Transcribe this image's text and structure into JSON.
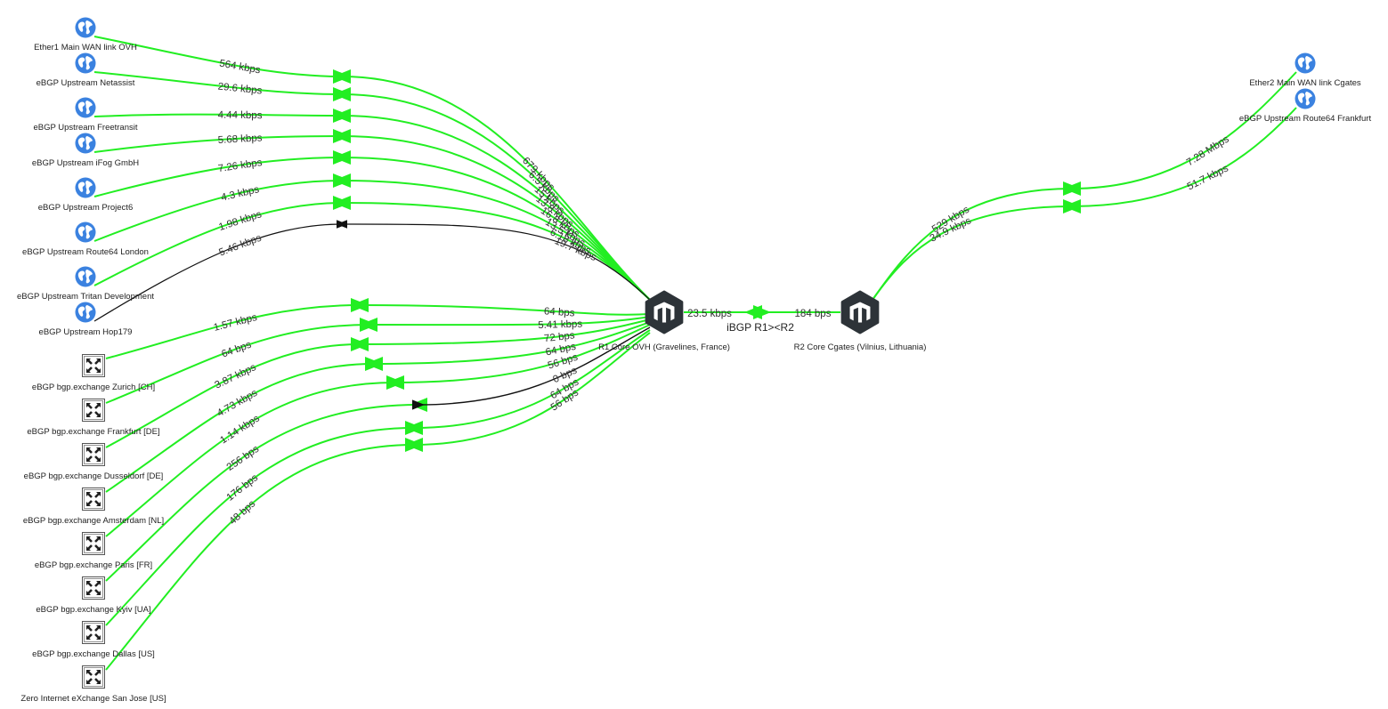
{
  "colors": {
    "active_link": "#22ee22",
    "idle_link": "#111111",
    "router": "#2d3338",
    "globe": "#3b82e0"
  },
  "routers": {
    "r1": {
      "label": "R1 Core OVH (Gravelines, France)",
      "icon": "mikrotik-router-icon"
    },
    "r2": {
      "label": "R2 Core Cgates (Vilnius, Lithuania)",
      "icon": "mikrotik-router-icon"
    }
  },
  "ibgp": {
    "label": "iBGP R1><R2",
    "r1_out": "23.5 kbps",
    "r2_out": "184 bps"
  },
  "upstreams_left": [
    {
      "label": "Ether1 Main WAN link OVH",
      "in": "564 kbps",
      "out": "679 kbps",
      "status": "active"
    },
    {
      "label": "eBGP Upstream Netassist",
      "in": "29.6 kbps",
      "out": "6.5 kbps",
      "status": "active"
    },
    {
      "label": "eBGP Upstream Freetransit",
      "in": "4.44 kbps",
      "out": "15 kbps",
      "status": "active"
    },
    {
      "label": "eBGP Upstream iFog GmbH",
      "in": "5.68 kbps",
      "out": "13.8 kbps",
      "status": "active"
    },
    {
      "label": "eBGP Upstream Project6",
      "in": "7.26 kbps",
      "out": "16.8 kbps",
      "status": "active"
    },
    {
      "label": "eBGP Upstream Route64 London",
      "in": "4.3 kbps",
      "out": "13.5 kbps",
      "status": "active"
    },
    {
      "label": "eBGP Upstream Tritan Development",
      "in": "1.98 kbps",
      "out": "6.18 kbps",
      "status": "active"
    },
    {
      "label": "eBGP Upstream Hop179",
      "in": "5.46 kbps",
      "out": "19.7 kbps",
      "status": "idle"
    }
  ],
  "exchanges": [
    {
      "label": "eBGP bgp.exchange Zurich [CH]",
      "in": "1.57 kbps",
      "out": "64 bps",
      "status": "active"
    },
    {
      "label": "eBGP bgp.exchange Frankfurt [DE]",
      "in": "64 bps",
      "out": "5.41 kbps",
      "status": "active"
    },
    {
      "label": "eBGP bgp.exchange Dusseldorf [DE]",
      "in": "3.87 kbps",
      "out": "72 bps",
      "status": "active"
    },
    {
      "label": "eBGP bgp.exchange Amsterdam [NL]",
      "in": "4.73 kbps",
      "out": "64 bps",
      "status": "active"
    },
    {
      "label": "eBGP bgp.exchange Paris [FR]",
      "in": "1.14 kbps",
      "out": "56 bps",
      "status": "active"
    },
    {
      "label": "eBGP bgp.exchange Kyiv [UA]",
      "in": "256 bps",
      "out": "0 bps",
      "status": "idle"
    },
    {
      "label": "eBGP bgp.exchange Dallas [US]",
      "in": "176 bps",
      "out": "64 bps",
      "status": "active"
    },
    {
      "label": "Zero Internet eXchange San Jose [US]",
      "in": "48 bps",
      "out": "56 bps",
      "status": "active"
    }
  ],
  "upstreams_right": [
    {
      "label": "Ether2 Main WAN link Cgates",
      "in": "7.28 Mbps",
      "out": "529 kbps",
      "status": "active"
    },
    {
      "label": "eBGP Upstream Route64 Frankfurt",
      "in": "51.7 kbps",
      "out": "34.9 kbps",
      "status": "active"
    }
  ]
}
